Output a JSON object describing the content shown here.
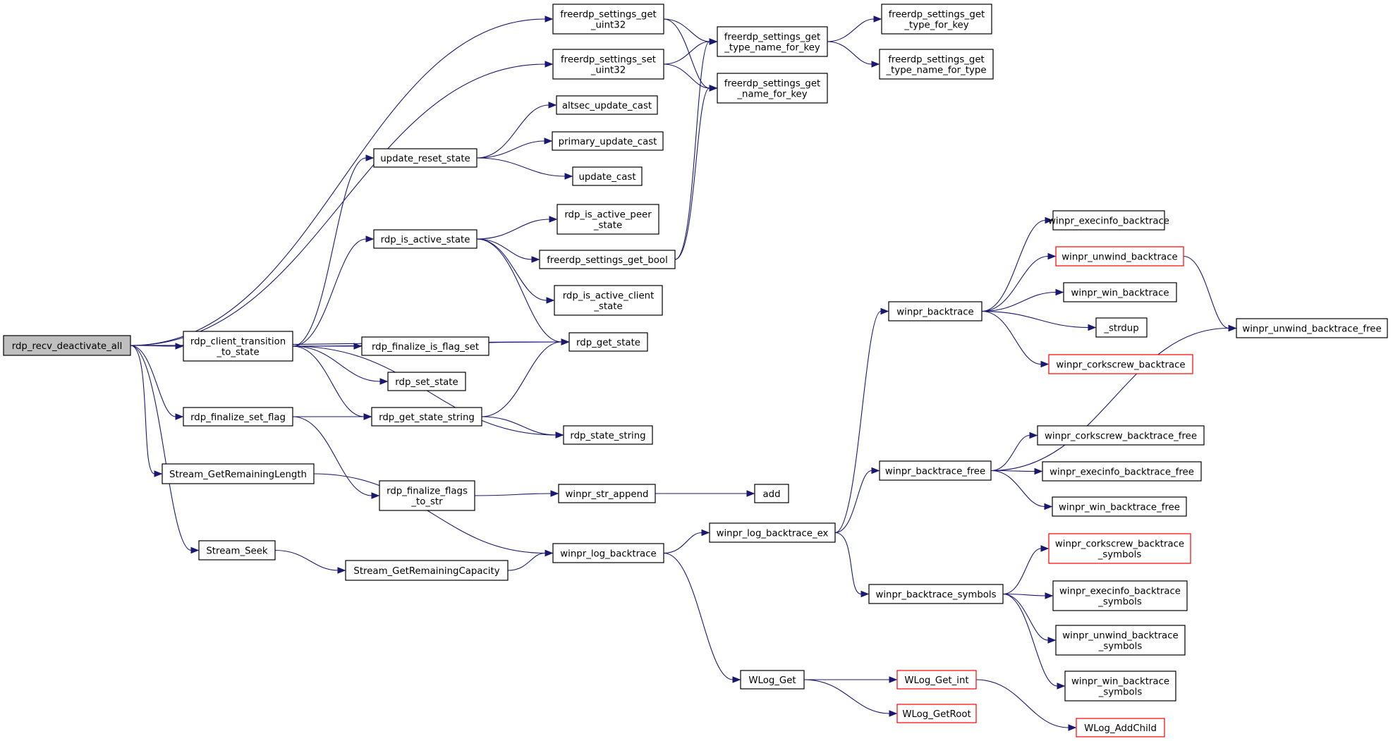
{
  "graph": {
    "colors": {
      "edge": "#191970",
      "node_border": "#000000",
      "truncated_border": "#ff0000",
      "root_fill": "#bfbfbf",
      "node_fill": "#ffffff"
    },
    "nodes": {
      "root": {
        "lines": [
          "rdp_recv_deactivate_all"
        ]
      },
      "client_transition": {
        "lines": [
          "rdp_client_transition",
          "_to_state"
        ]
      },
      "finalize_set_flag": {
        "lines": [
          "rdp_finalize_set_flag"
        ]
      },
      "stream_remaining_length": {
        "lines": [
          "Stream_GetRemainingLength"
        ]
      },
      "stream_seek": {
        "lines": [
          "Stream_Seek"
        ]
      },
      "settings_get_uint32": {
        "lines": [
          "freerdp_settings_get",
          "_uint32"
        ]
      },
      "settings_set_uint32": {
        "lines": [
          "freerdp_settings_set",
          "_uint32"
        ]
      },
      "update_reset_state": {
        "lines": [
          "update_reset_state"
        ]
      },
      "rdp_is_active_state": {
        "lines": [
          "rdp_is_active_state"
        ]
      },
      "finalize_is_flag_set": {
        "lines": [
          "rdp_finalize_is_flag_set"
        ]
      },
      "rdp_set_state": {
        "lines": [
          "rdp_set_state"
        ]
      },
      "rdp_get_state_string": {
        "lines": [
          "rdp_get_state_string"
        ]
      },
      "finalize_flags_to_str": {
        "lines": [
          "rdp_finalize_flags",
          "_to_str"
        ]
      },
      "stream_remaining_capacity": {
        "lines": [
          "Stream_GetRemainingCapacity"
        ]
      },
      "altsec_update_cast": {
        "lines": [
          "altsec_update_cast"
        ]
      },
      "primary_update_cast": {
        "lines": [
          "primary_update_cast"
        ]
      },
      "update_cast": {
        "lines": [
          "update_cast"
        ]
      },
      "is_active_peer_state": {
        "lines": [
          "rdp_is_active_peer",
          "_state"
        ]
      },
      "settings_get_bool": {
        "lines": [
          "freerdp_settings_get_bool"
        ]
      },
      "is_active_client_state": {
        "lines": [
          "rdp_is_active_client",
          "_state"
        ]
      },
      "rdp_get_state": {
        "lines": [
          "rdp_get_state"
        ]
      },
      "rdp_state_string": {
        "lines": [
          "rdp_state_string"
        ]
      },
      "winpr_str_append": {
        "lines": [
          "winpr_str_append"
        ]
      },
      "winpr_log_backtrace": {
        "lines": [
          "winpr_log_backtrace"
        ]
      },
      "type_name_for_key": {
        "lines": [
          "freerdp_settings_get",
          "_type_name_for_key"
        ]
      },
      "name_for_key": {
        "lines": [
          "freerdp_settings_get",
          "_name_for_key"
        ]
      },
      "add": {
        "lines": [
          "add"
        ]
      },
      "winpr_log_backtrace_ex": {
        "lines": [
          "winpr_log_backtrace_ex"
        ]
      },
      "wlog_get": {
        "lines": [
          "WLog_Get"
        ]
      },
      "type_for_key": {
        "lines": [
          "freerdp_settings_get",
          "_type_for_key"
        ]
      },
      "type_name_for_type": {
        "lines": [
          "freerdp_settings_get",
          "_type_name_for_type"
        ]
      },
      "winpr_backtrace": {
        "lines": [
          "winpr_backtrace"
        ]
      },
      "winpr_backtrace_free": {
        "lines": [
          "winpr_backtrace_free"
        ]
      },
      "winpr_backtrace_symbols": {
        "lines": [
          "winpr_backtrace_symbols"
        ]
      },
      "wlog_get_int": {
        "lines": [
          "WLog_Get_int"
        ]
      },
      "wlog_get_root": {
        "lines": [
          "WLog_GetRoot"
        ]
      },
      "execinfo_backtrace": {
        "lines": [
          "winpr_execinfo_backtrace"
        ]
      },
      "unwind_backtrace": {
        "lines": [
          "winpr_unwind_backtrace"
        ]
      },
      "win_backtrace": {
        "lines": [
          "winpr_win_backtrace"
        ]
      },
      "strdup": {
        "lines": [
          "_strdup"
        ]
      },
      "corkscrew_backtrace": {
        "lines": [
          "winpr_corkscrew_backtrace"
        ]
      },
      "corkscrew_backtrace_free": {
        "lines": [
          "winpr_corkscrew_backtrace_free"
        ]
      },
      "execinfo_backtrace_free": {
        "lines": [
          "winpr_execinfo_backtrace_free"
        ]
      },
      "win_backtrace_free": {
        "lines": [
          "winpr_win_backtrace_free"
        ]
      },
      "corkscrew_backtrace_symbols": {
        "lines": [
          "winpr_corkscrew_backtrace",
          "_symbols"
        ]
      },
      "execinfo_backtrace_symbols": {
        "lines": [
          "winpr_execinfo_backtrace",
          "_symbols"
        ]
      },
      "unwind_backtrace_symbols": {
        "lines": [
          "winpr_unwind_backtrace",
          "_symbols"
        ]
      },
      "win_backtrace_symbols": {
        "lines": [
          "winpr_win_backtrace",
          "_symbols"
        ]
      },
      "wlog_add_child": {
        "lines": [
          "WLog_AddChild"
        ]
      },
      "unwind_backtrace_free": {
        "lines": [
          "winpr_unwind_backtrace_free"
        ]
      }
    },
    "truncated_nodes": [
      "unwind_backtrace",
      "corkscrew_backtrace",
      "corkscrew_backtrace_symbols",
      "wlog_get_int",
      "wlog_get_root",
      "wlog_add_child"
    ],
    "edges": [
      [
        "root",
        "settings_get_uint32"
      ],
      [
        "root",
        "settings_set_uint32"
      ],
      [
        "root",
        "client_transition"
      ],
      [
        "root",
        "rdp_get_state"
      ],
      [
        "root",
        "finalize_set_flag"
      ],
      [
        "root",
        "stream_remaining_length"
      ],
      [
        "root",
        "stream_seek"
      ],
      [
        "client_transition",
        "update_reset_state"
      ],
      [
        "client_transition",
        "rdp_is_active_state"
      ],
      [
        "client_transition",
        "rdp_get_state"
      ],
      [
        "client_transition",
        "finalize_is_flag_set"
      ],
      [
        "client_transition",
        "rdp_set_state"
      ],
      [
        "client_transition",
        "rdp_get_state_string"
      ],
      [
        "client_transition",
        "rdp_state_string"
      ],
      [
        "finalize_set_flag",
        "rdp_get_state_string"
      ],
      [
        "finalize_set_flag",
        "finalize_flags_to_str"
      ],
      [
        "stream_remaining_length",
        "winpr_log_backtrace"
      ],
      [
        "stream_seek",
        "stream_remaining_capacity"
      ],
      [
        "stream_remaining_capacity",
        "winpr_log_backtrace"
      ],
      [
        "settings_get_uint32",
        "type_name_for_key"
      ],
      [
        "settings_get_uint32",
        "name_for_key"
      ],
      [
        "settings_set_uint32",
        "type_name_for_key"
      ],
      [
        "settings_set_uint32",
        "name_for_key"
      ],
      [
        "update_reset_state",
        "altsec_update_cast"
      ],
      [
        "update_reset_state",
        "primary_update_cast"
      ],
      [
        "update_reset_state",
        "update_cast"
      ],
      [
        "rdp_is_active_state",
        "is_active_peer_state"
      ],
      [
        "rdp_is_active_state",
        "settings_get_bool"
      ],
      [
        "rdp_is_active_state",
        "is_active_client_state"
      ],
      [
        "rdp_is_active_state",
        "rdp_get_state"
      ],
      [
        "settings_get_bool",
        "type_name_for_key"
      ],
      [
        "settings_get_bool",
        "name_for_key"
      ],
      [
        "rdp_get_state_string",
        "rdp_get_state"
      ],
      [
        "rdp_get_state_string",
        "rdp_state_string"
      ],
      [
        "finalize_flags_to_str",
        "winpr_str_append"
      ],
      [
        "winpr_str_append",
        "add"
      ],
      [
        "type_name_for_key",
        "type_for_key"
      ],
      [
        "type_name_for_key",
        "type_name_for_type"
      ],
      [
        "winpr_log_backtrace",
        "winpr_log_backtrace_ex"
      ],
      [
        "winpr_log_backtrace",
        "wlog_get"
      ],
      [
        "winpr_log_backtrace_ex",
        "winpr_backtrace"
      ],
      [
        "winpr_log_backtrace_ex",
        "winpr_backtrace_free"
      ],
      [
        "winpr_log_backtrace_ex",
        "winpr_backtrace_symbols"
      ],
      [
        "winpr_backtrace",
        "execinfo_backtrace"
      ],
      [
        "winpr_backtrace",
        "unwind_backtrace"
      ],
      [
        "winpr_backtrace",
        "win_backtrace"
      ],
      [
        "winpr_backtrace",
        "strdup"
      ],
      [
        "winpr_backtrace",
        "corkscrew_backtrace"
      ],
      [
        "unwind_backtrace",
        "unwind_backtrace_free"
      ],
      [
        "winpr_backtrace_free",
        "unwind_backtrace_free"
      ],
      [
        "winpr_backtrace_free",
        "corkscrew_backtrace_free"
      ],
      [
        "winpr_backtrace_free",
        "execinfo_backtrace_free"
      ],
      [
        "winpr_backtrace_free",
        "win_backtrace_free"
      ],
      [
        "winpr_backtrace_symbols",
        "corkscrew_backtrace_symbols"
      ],
      [
        "winpr_backtrace_symbols",
        "execinfo_backtrace_symbols"
      ],
      [
        "winpr_backtrace_symbols",
        "unwind_backtrace_symbols"
      ],
      [
        "winpr_backtrace_symbols",
        "win_backtrace_symbols"
      ],
      [
        "wlog_get",
        "wlog_get_int"
      ],
      [
        "wlog_get",
        "wlog_get_root"
      ],
      [
        "wlog_get_int",
        "wlog_add_child"
      ]
    ]
  }
}
